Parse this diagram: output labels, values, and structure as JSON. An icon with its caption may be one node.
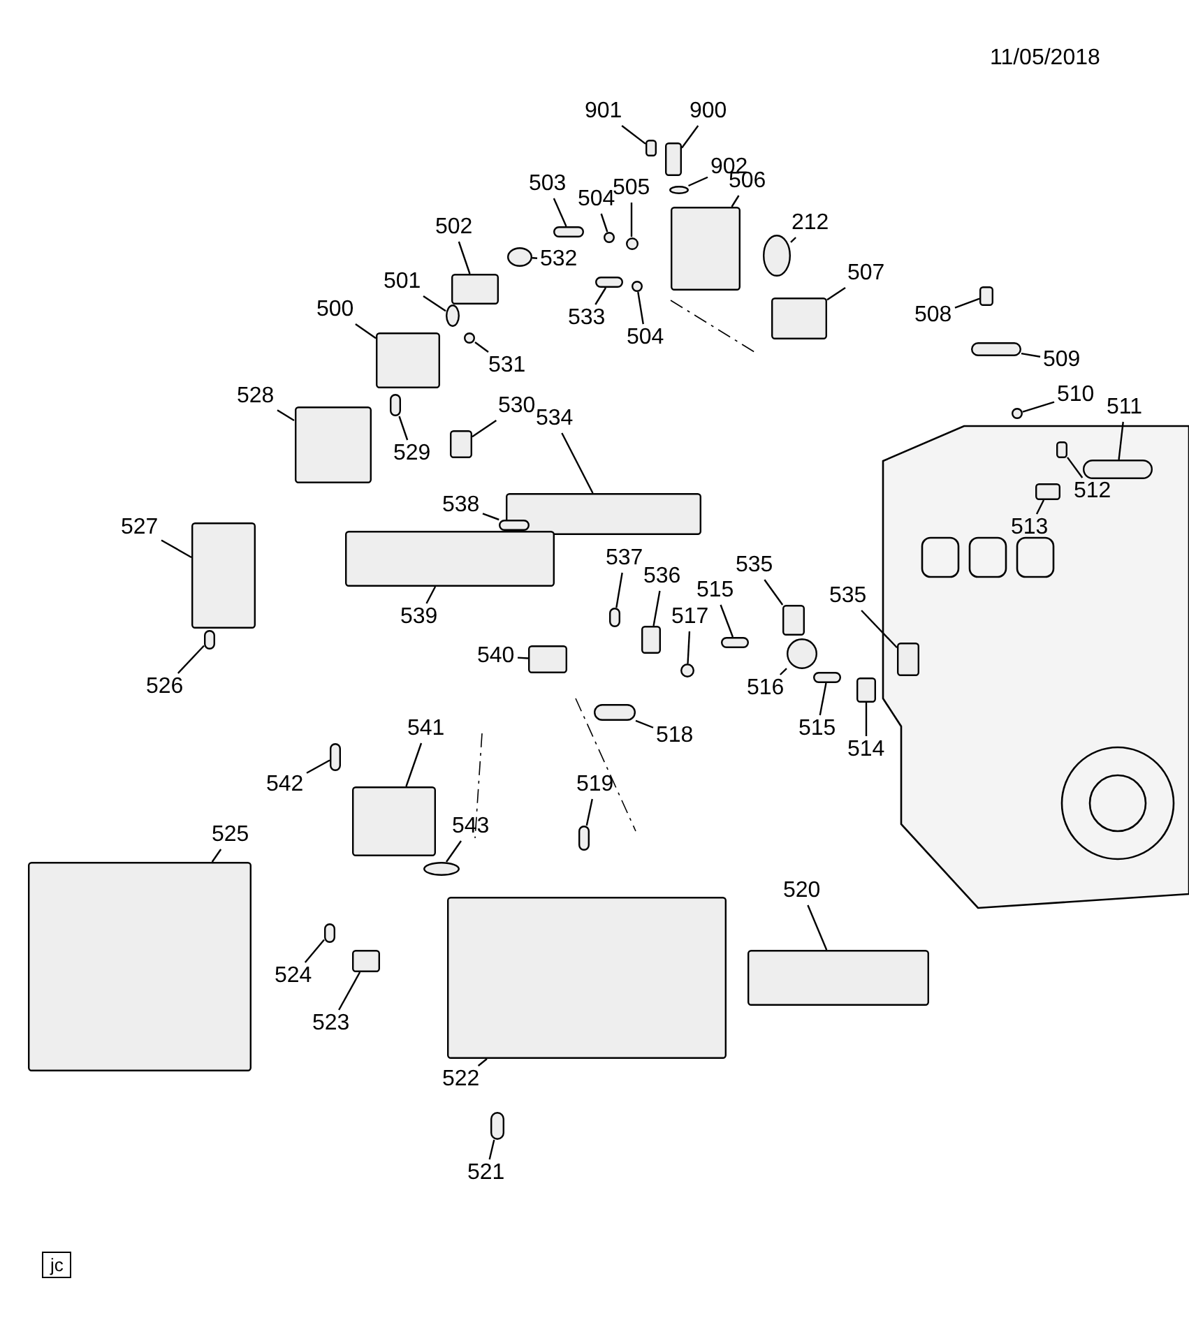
{
  "diagram": {
    "nodes": [
      {
        "text": [
          "901"
        ]
      },
      {
        "text": [
          "900"
        ]
      },
      {
        "text": [
          "902"
        ]
      },
      {
        "text": [
          "503"
        ]
      },
      {
        "text": [
          "504"
        ]
      },
      {
        "text": [
          "505"
        ]
      },
      {
        "text": [
          "506"
        ]
      },
      {
        "text": [
          "212"
        ]
      },
      {
        "text": [
          "504"
        ]
      },
      {
        "text": [
          "533"
        ]
      },
      {
        "text": [
          "507"
        ]
      },
      {
        "text": [
          "502"
        ]
      },
      {
        "text": [
          "532"
        ]
      },
      {
        "text": [
          "501"
        ]
      },
      {
        "text": [
          "500"
        ]
      },
      {
        "text": [
          "531"
        ]
      },
      {
        "text": [
          "528"
        ]
      },
      {
        "text": [
          "529"
        ]
      },
      {
        "text": [
          "530"
        ]
      },
      {
        "text": [
          "534"
        ]
      },
      {
        "text": [
          "538"
        ]
      },
      {
        "text": [
          "527"
        ]
      },
      {
        "text": [
          "539"
        ]
      },
      {
        "text": [
          "537"
        ]
      },
      {
        "text": [
          "536"
        ]
      },
      {
        "text": [
          "515"
        ]
      },
      {
        "text": [
          "517"
        ]
      },
      {
        "text": [
          "535"
        ]
      },
      {
        "text": [
          "535"
        ]
      },
      {
        "text": [
          "508"
        ]
      },
      {
        "text": [
          "509"
        ]
      },
      {
        "text": [
          "510"
        ]
      },
      {
        "text": [
          "511"
        ]
      },
      {
        "text": [
          "512"
        ]
      },
      {
        "text": [
          "513"
        ]
      },
      {
        "text": [
          "526"
        ]
      },
      {
        "text": [
          "540"
        ]
      },
      {
        "text": [
          "518"
        ]
      },
      {
        "text": [
          "516"
        ]
      },
      {
        "text": [
          "515"
        ]
      },
      {
        "text": [
          "514"
        ]
      },
      {
        "text": [
          "541"
        ]
      },
      {
        "text": [
          "542"
        ]
      },
      {
        "text": [
          "519"
        ]
      },
      {
        "text": [
          "543"
        ]
      },
      {
        "text": [
          "525"
        ]
      },
      {
        "text": [
          "520"
        ]
      },
      {
        "text": [
          "524"
        ]
      },
      {
        "text": [
          "523"
        ]
      },
      {
        "text": [
          "522"
        ]
      },
      {
        "text": [
          "521"
        ]
      },
      {
        "text": [],
        "shape": "box"
      },
      {
        "text": [],
        "shape": "box"
      },
      {
        "text": [],
        "shape": "circle"
      },
      {
        "text": [],
        "shape": "bar"
      },
      {
        "text": [],
        "shape": "circle"
      },
      {
        "text": [],
        "shape": "circle"
      },
      {
        "text": [],
        "shape": "box"
      },
      {
        "text": [],
        "shape": "circle"
      },
      {
        "text": [],
        "shape": "circle"
      },
      {
        "text": [],
        "shape": "bar"
      },
      {
        "text": [],
        "shape": "box"
      },
      {
        "text": [],
        "shape": "box"
      },
      {
        "text": [],
        "shape": "circle"
      },
      {
        "text": [],
        "shape": "circle"
      },
      {
        "text": [],
        "shape": "box"
      },
      {
        "text": [],
        "shape": "circle"
      },
      {
        "text": [],
        "shape": "box"
      },
      {
        "text": [],
        "shape": "bar"
      },
      {
        "text": [],
        "shape": "box"
      },
      {
        "text": [],
        "shape": "box"
      },
      {
        "text": [],
        "shape": "bar"
      },
      {
        "text": [],
        "shape": "box"
      },
      {
        "text": [],
        "shape": "box"
      },
      {
        "text": [],
        "shape": "bar"
      },
      {
        "text": [],
        "shape": "box"
      },
      {
        "text": [],
        "shape": "bar"
      },
      {
        "text": [],
        "shape": "circle"
      },
      {
        "text": [],
        "shape": "box"
      },
      {
        "text": [],
        "shape": "box"
      },
      {
        "text": [],
        "shape": "box"
      },
      {
        "text": [],
        "shape": "bar"
      },
      {
        "text": [],
        "shape": "circle"
      },
      {
        "text": [],
        "shape": "bar"
      },
      {
        "text": [],
        "shape": "box"
      },
      {
        "text": [],
        "shape": "box"
      },
      {
        "text": [],
        "shape": "bar"
      },
      {
        "text": [],
        "shape": "box"
      },
      {
        "text": [],
        "shape": "bar"
      },
      {
        "text": [],
        "shape": "circle"
      },
      {
        "text": [],
        "shape": "bar"
      },
      {
        "text": [],
        "shape": "box"
      },
      {
        "text": [],
        "shape": "box"
      },
      {
        "text": [],
        "shape": "bar"
      },
      {
        "text": [],
        "shape": "bar"
      },
      {
        "text": [],
        "shape": "circle"
      },
      {
        "text": [],
        "shape": "box"
      },
      {
        "text": [],
        "shape": "box"
      },
      {
        "text": [],
        "shape": "bar"
      },
      {
        "text": [],
        "shape": "box"
      },
      {
        "text": [],
        "shape": "box"
      },
      {
        "text": [],
        "shape": "bar"
      }
    ],
    "edges": [
      {
        "from": 0,
        "to": 51,
        "arrow": "none"
      },
      {
        "from": 1,
        "to": 52,
        "arrow": "none"
      },
      {
        "from": 2,
        "to": 53,
        "arrow": "none"
      },
      {
        "from": 3,
        "to": 54,
        "arrow": "none"
      },
      {
        "from": 4,
        "to": 55,
        "arrow": "none"
      },
      {
        "from": 5,
        "to": 56,
        "arrow": "none"
      },
      {
        "from": 6,
        "to": 57,
        "arrow": "none"
      },
      {
        "from": 7,
        "to": 58,
        "arrow": "none"
      },
      {
        "from": 8,
        "to": 59,
        "arrow": "none"
      },
      {
        "from": 9,
        "to": 60,
        "arrow": "none"
      },
      {
        "from": 10,
        "to": 61,
        "arrow": "none"
      },
      {
        "from": 11,
        "to": 62,
        "arrow": "none"
      },
      {
        "from": 12,
        "to": 63,
        "arrow": "none"
      },
      {
        "from": 13,
        "to": 64,
        "arrow": "none"
      },
      {
        "from": 14,
        "to": 65,
        "arrow": "none"
      },
      {
        "from": 15,
        "to": 66,
        "arrow": "none"
      },
      {
        "from": 16,
        "to": 67,
        "arrow": "none"
      },
      {
        "from": 17,
        "to": 68,
        "arrow": "none"
      },
      {
        "from": 18,
        "to": 69,
        "arrow": "none"
      },
      {
        "from": 19,
        "to": 70,
        "arrow": "none"
      },
      {
        "from": 20,
        "to": 71,
        "arrow": "none"
      },
      {
        "from": 21,
        "to": 72,
        "arrow": "none"
      },
      {
        "from": 22,
        "to": 73,
        "arrow": "none"
      },
      {
        "from": 23,
        "to": 74,
        "arrow": "none"
      },
      {
        "from": 24,
        "to": 75,
        "arrow": "none"
      },
      {
        "from": 25,
        "to": 76,
        "arrow": "none"
      },
      {
        "from": 26,
        "to": 77,
        "arrow": "none"
      },
      {
        "from": 27,
        "to": 78,
        "arrow": "none"
      },
      {
        "from": 28,
        "to": 79,
        "arrow": "none"
      },
      {
        "from": 29,
        "to": 80,
        "arrow": "none"
      },
      {
        "from": 30,
        "to": 81,
        "arrow": "none"
      },
      {
        "from": 31,
        "to": 82,
        "arrow": "none"
      },
      {
        "from": 32,
        "to": 83,
        "arrow": "none"
      },
      {
        "from": 33,
        "to": 84,
        "arrow": "none"
      },
      {
        "from": 34,
        "to": 85,
        "arrow": "none"
      },
      {
        "from": 35,
        "to": 86,
        "arrow": "none"
      },
      {
        "from": 36,
        "to": 87,
        "arrow": "none"
      },
      {
        "from": 37,
        "to": 88,
        "arrow": "none"
      },
      {
        "from": 38,
        "to": 89,
        "arrow": "none"
      },
      {
        "from": 39,
        "to": 90,
        "arrow": "none"
      },
      {
        "from": 40,
        "to": 91,
        "arrow": "none"
      },
      {
        "from": 41,
        "to": 92,
        "arrow": "none"
      },
      {
        "from": 42,
        "to": 93,
        "arrow": "none"
      },
      {
        "from": 43,
        "to": 94,
        "arrow": "none"
      },
      {
        "from": 44,
        "to": 95,
        "arrow": "none"
      },
      {
        "from": 45,
        "to": 96,
        "arrow": "none"
      },
      {
        "from": 46,
        "to": 97,
        "arrow": "none"
      },
      {
        "from": 47,
        "to": 98,
        "arrow": "none"
      },
      {
        "from": 48,
        "to": 99,
        "arrow": "none"
      },
      {
        "from": 49,
        "to": 100,
        "arrow": "none"
      },
      {
        "from": 50,
        "to": 101,
        "arrow": "none"
      }
    ],
    "labels": [
      "11/05/2018",
      "jc"
    ]
  }
}
